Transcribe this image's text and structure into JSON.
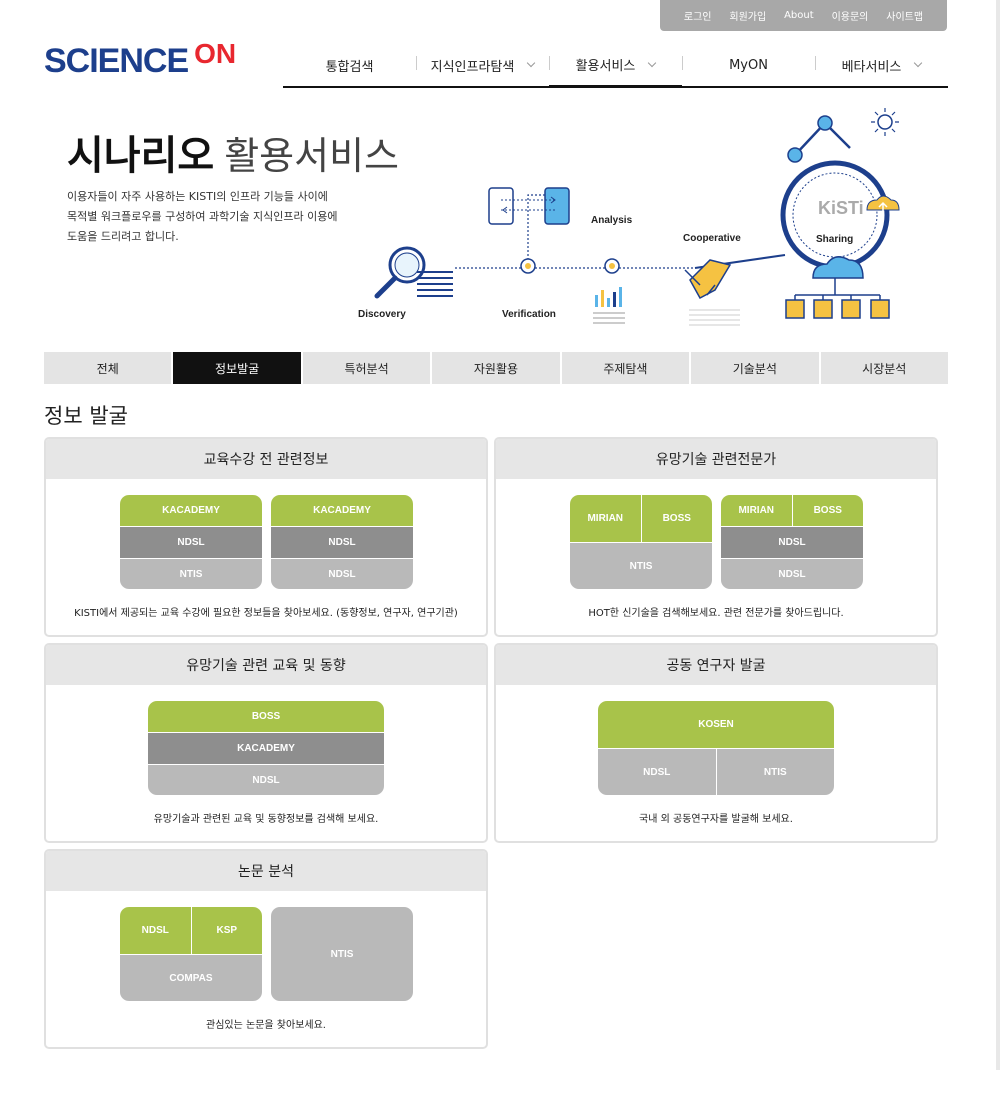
{
  "util_links": [
    "로그인",
    "회원가입",
    "About",
    "이용문의",
    "사이트맵"
  ],
  "logo": {
    "science": "SCIENCE",
    "on": "ON"
  },
  "nav": [
    {
      "label": "통합검색",
      "dropdown": false
    },
    {
      "label": "지식인프라탐색",
      "dropdown": true
    },
    {
      "label": "활용서비스",
      "dropdown": true,
      "active": true
    },
    {
      "label": "MyON",
      "dropdown": false
    },
    {
      "label": "베타서비스",
      "dropdown": true
    }
  ],
  "hero": {
    "title_bold": "시나리오",
    "title_light": "활용서비스",
    "desc": [
      "이용자들이 자주 사용하는 KISTI의 인프라 기능들 사이에",
      "목적별 워크플로우를 구성하여 과학기술 지식인프라 이용에",
      "도움을 드리려고 합니다."
    ],
    "steps": {
      "discovery": "Discovery",
      "verification": "Verification",
      "analysis": "Analysis",
      "cooperative": "Cooperative",
      "sharing": "Sharing",
      "kisti": "KiSTi"
    }
  },
  "tabs": [
    "전체",
    "정보발굴",
    "특허분석",
    "자원활용",
    "주제탐색",
    "기술분석",
    "시장분석"
  ],
  "active_tab": "정보발굴",
  "section_title": "정보 발굴",
  "cards": {
    "c1": {
      "title": "교육수강 전 관련정보",
      "desc": "KISTI에서 제공되는 교육 수강에 필요한 정보들을 찾아보세요. (동향정보, 연구자, 연구기관)",
      "boxA": [
        "KACADEMY",
        "NDSL",
        "NTIS"
      ],
      "boxB": [
        "KACADEMY",
        "NDSL",
        "NDSL"
      ]
    },
    "c2": {
      "title": "유망기술 관련전문가",
      "desc": "HOT한 신기술을 검색해보세요. 관련 전문가를 찾아드립니다.",
      "boxA": [
        "MIRIAN",
        "BOSS",
        "NTIS"
      ],
      "boxB": [
        "MIRIAN",
        "BOSS",
        "NDSL",
        "NDSL"
      ]
    },
    "c3": {
      "title": "유망기술 관련 교육 및 동향",
      "desc": "유망기술과 관련된 교육 및 동향정보를 검색해 보세요.",
      "box": [
        "BOSS",
        "KACADEMY",
        "NDSL"
      ]
    },
    "c4": {
      "title": "공동 연구자 발굴",
      "desc": "국내 외 공동연구자를 발굴해 보세요.",
      "box": [
        "KOSEN",
        "NDSL",
        "NTIS"
      ]
    },
    "c5": {
      "title": "논문 분석",
      "desc": "관심있는 논문을 찾아보세요.",
      "boxA": [
        "NDSL",
        "KSP",
        "COMPAS"
      ],
      "boxB": [
        "NTIS"
      ]
    }
  }
}
